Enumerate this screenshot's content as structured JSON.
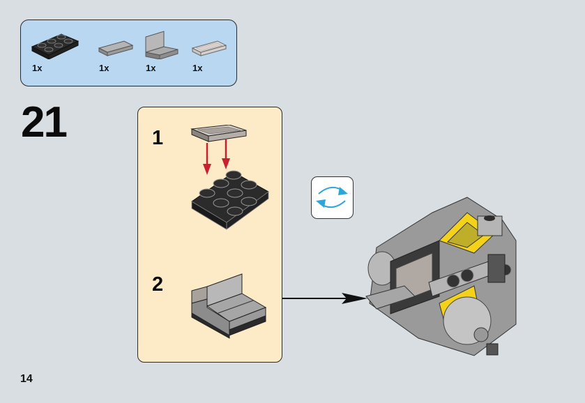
{
  "page": {
    "step_number": "21",
    "page_number": "14"
  },
  "parts_list": {
    "items": [
      {
        "name": "black-plate-2x3",
        "qty": "1x",
        "color": "#2b2b2b"
      },
      {
        "name": "gray-tile-1x2",
        "qty": "1x",
        "color": "#a8a8a8"
      },
      {
        "name": "gray-panel-1x2x1",
        "qty": "1x",
        "color": "#b0b0b0"
      },
      {
        "name": "trans-clear-tile-1x2",
        "qty": "1x",
        "color": "#e8e4e2"
      }
    ]
  },
  "substeps": [
    {
      "number": "1"
    },
    {
      "number": "2"
    }
  ],
  "icons": {
    "rotate": "rotate-model-icon",
    "arrow": "arrow-right-icon"
  },
  "colors": {
    "background": "#d9dee2",
    "parts_box": "#b9d7f1",
    "substep_box": "#fdebc8",
    "rotate_arrows": "#2aa6dc",
    "insert_arrows": "#c8202f",
    "yellow": "#f4d21a"
  }
}
